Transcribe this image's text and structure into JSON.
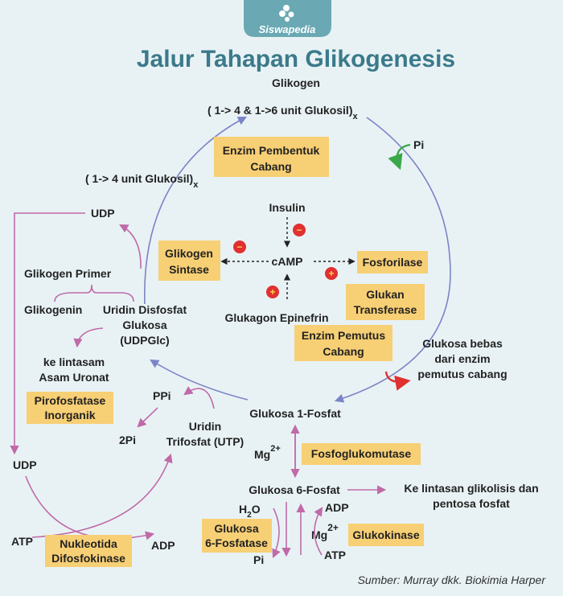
{
  "brand": "Siswapedia",
  "title": "Jalur Tahapan Glikogenesis",
  "source": "Sumber:  Murray dkk. Biokimia Harper",
  "cycle": {
    "glikogen": "Glikogen",
    "top_bond": "( 1-> 4 & 1->6 unit Glukosil)",
    "top_bond_sub": "x",
    "left_bond": "( 1-> 4 unit Glukosil)",
    "left_bond_sub": "x",
    "pi_top": "Pi",
    "glukosa_bebas": [
      "Glukosa bebas",
      "dari enzim",
      "pemutus cabang"
    ],
    "glukosa_1_fosfat": "Glukosa 1-Fosfat"
  },
  "center": {
    "insulin": "Insulin",
    "camp": "cAMP",
    "glukagon": "Glukagon Epinefrin",
    "minus": "−",
    "plus": "+"
  },
  "enzymes": {
    "pembentuk_cabang": [
      "Enzim Pembentuk",
      "Cabang"
    ],
    "glikogen_sintase": [
      "Glikogen",
      "Sintase"
    ],
    "fosforilase": "Fosforilase",
    "glukan_transferase": [
      "Glukan",
      "Transferase"
    ],
    "pemutus_cabang": [
      "Enzim Pemutus",
      "Cabang"
    ],
    "pirofosfatase": [
      "Pirofosfatase",
      "Inorganik"
    ],
    "fosfoglukomutase": "Fosfoglukomutase",
    "glukosa_6_fosfatase": [
      "Glukosa",
      "6-Fosfatase"
    ],
    "glukokinase": "Glukokinase",
    "nukleotida": [
      "Nukleotida",
      "Difosfokinase"
    ]
  },
  "left": {
    "udp_top": "UDP",
    "glikogen_primer": "Glikogen Primer",
    "glikogenin": "Glikogenin",
    "udpglc": [
      "Uridin Disfosfat",
      "Glukosa",
      "(UDPGlc)"
    ],
    "asam_uronat": [
      "ke lintasam",
      "Asam Uronat"
    ],
    "ppi": "PPi",
    "two_pi": "2Pi",
    "utp": [
      "Uridin",
      "Trifosfat (UTP)"
    ],
    "udp_bottom": "UDP",
    "atp": "ATP",
    "adp": "ADP"
  },
  "bottom": {
    "mg": "Mg",
    "mg_sup": "2+",
    "glukosa_6_fosfat": "Glukosa 6-Fosfat",
    "glikolisis": [
      "Ke lintasan glikolisis dan",
      "pentosa fosfat"
    ],
    "h2o_h": "H",
    "h2o_sub": "2",
    "h2o_o": "O",
    "pi_bottom": "Pi",
    "adp": "ADP",
    "mg2": "Mg",
    "mg2_sup": "2+",
    "atp": "ATP"
  }
}
